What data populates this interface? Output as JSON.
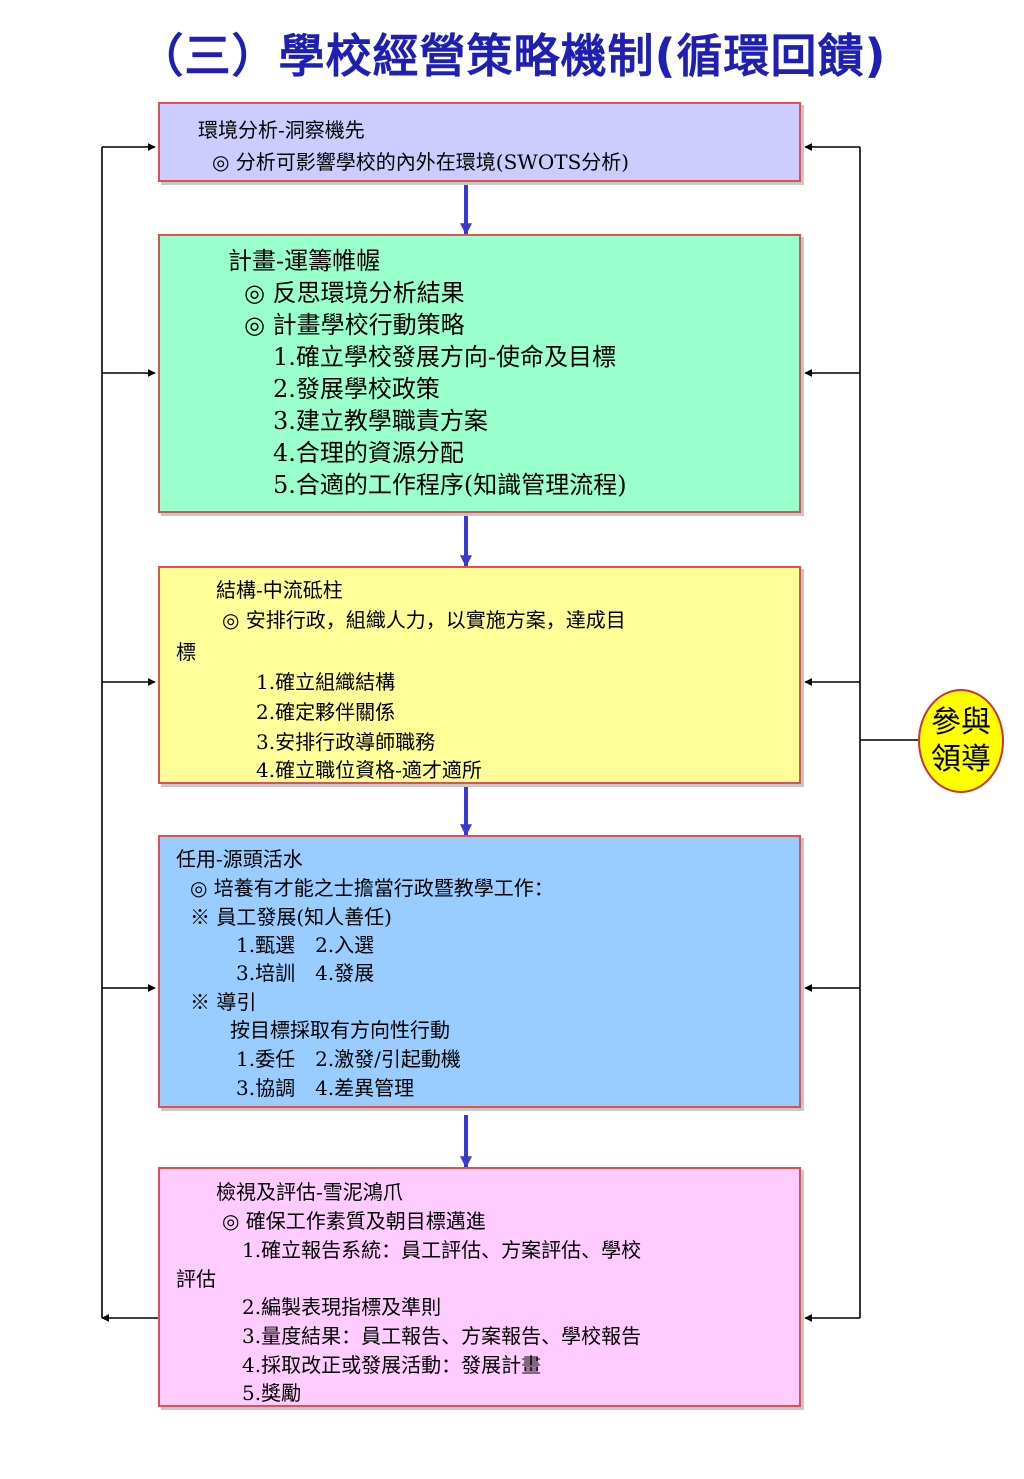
{
  "title": "（三）學校經營策略機制(循環回饋)",
  "colors": {
    "title": "#1f1fb4",
    "box_border": "#e05050",
    "arrow_down": "#3a3ad0",
    "box_environment": "#ccccff",
    "box_planning": "#99ffcc",
    "box_structure": "#ffff99",
    "box_staffing": "#99ccff",
    "box_review": "#ffccff",
    "badge": "#ffff00"
  },
  "boxes": {
    "environment": {
      "lines": [
        "環境分析-洞察機先",
        "◎ 分析可影響學校的內外在環境(SWOTS分析)"
      ]
    },
    "planning": {
      "lines": [
        "計畫-運籌帷幄",
        "◎ 反思環境分析結果",
        "◎ 計畫學校行動策略",
        "1.確立學校發展方向-使命及目標",
        "2.發展學校政策",
        "3.建立教學職責方案",
        "4.合理的資源分配",
        "5.合適的工作程序(知識管理流程)"
      ]
    },
    "structure": {
      "lines": [
        "結構-中流砥柱",
        "◎ 安排行政，組織人力，以實施方案，達成目",
        "標",
        "1.確立組織結構",
        "2.確定夥伴關係",
        "3.安排行政導師職務",
        "4.確立職位資格-適才適所"
      ]
    },
    "staffing": {
      "lines": [
        "任用-源頭活水",
        "◎ 培養有才能之士擔當行政暨教學工作：",
        "※ 員工發展(知人善任)",
        "1.甄選　2.入選",
        "3.培訓　4.發展",
        "※ 導引",
        "按目標採取有方向性行動",
        "1.委任　2.激發/引起動機",
        "3.協調　4.差異管理"
      ]
    },
    "review": {
      "lines": [
        "檢視及評估-雪泥鴻爪",
        "◎ 確保工作素質及朝目標邁進",
        "1.確立報告系統：員工評估、方案評估、學校",
        "評估",
        "2.編製表現指標及準則",
        "3.量度結果：員工報告、方案報告、學校報告",
        "4.採取改正或發展活動：發展計畫",
        "5.獎勵"
      ]
    }
  },
  "badge": {
    "line1": "參與",
    "line2": "領導"
  }
}
